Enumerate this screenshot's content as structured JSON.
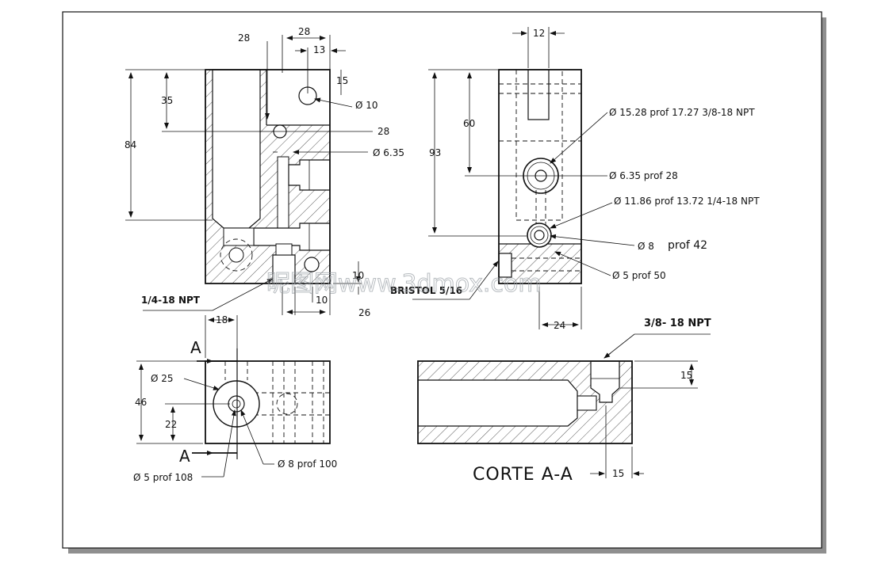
{
  "labels": {
    "top_28_left": "28",
    "top_28_right": "28",
    "top_13": "13",
    "top_15": "15",
    "dia_10": "Ø 10",
    "dim_35": "35",
    "dim_84": "84",
    "dim_28_mid": "28",
    "dia_635": "Ø 6.35",
    "npt_14": "1/4-18 NPT",
    "dim_10_v": "10",
    "dim_10_h": "10",
    "dim_26": "26",
    "rdim_12": "12",
    "rdia_1528": "Ø 15.28 prof 17.27 3/8-18 NPT",
    "rdim_60": "60",
    "rdim_93": "93",
    "rdia_635": "Ø 6.35 prof 28",
    "rdia_1186": "Ø 11.86 prof 13.72 1/4-18 NPT",
    "rdia_8": "Ø 8",
    "rprof_42": "prof 42",
    "rdia_5": "Ø 5 prof 50",
    "bristol": "BRISTOL 5/16",
    "rdim_24": "24",
    "sect_a_top": "A",
    "sect_a_bot": "A",
    "bdim_18": "18",
    "bdia_25": "Ø 25",
    "bdim_46": "46",
    "bdim_22": "22",
    "bdia_8": "Ø 8 prof 100",
    "bdia_5": "Ø 5 prof 108",
    "npt_38": "3/8- 18 NPT",
    "sdim_15_v": "15",
    "sdim_15_h": "15",
    "corte": "CORTE A-A",
    "watermark": "昵图网www.3dmox.com"
  }
}
